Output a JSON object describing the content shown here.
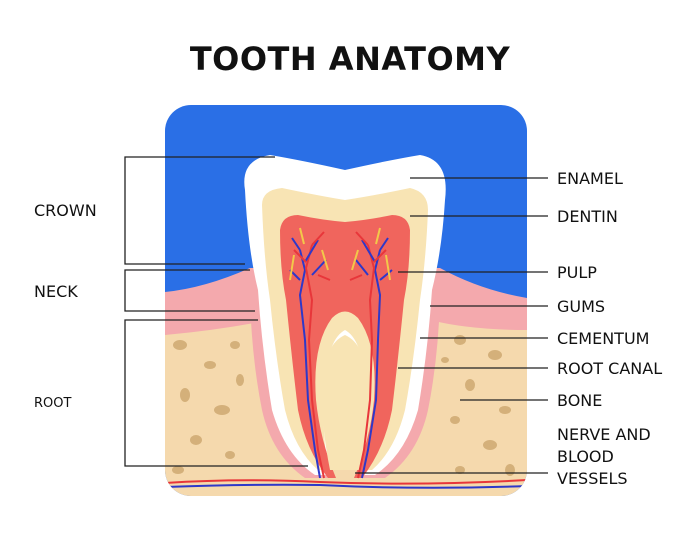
{
  "title": "TOOTH ANATOMY",
  "sections": {
    "crown": "CROWN",
    "neck": "NECK",
    "root": "ROOT"
  },
  "parts": {
    "enamel": "ENAMEL",
    "dentin": "DENTIN",
    "pulp": "PULP",
    "gums": "GUMS",
    "cementum": "CEMENTUM",
    "root_canal": "ROOT CANAL",
    "bone": "BONE",
    "nerve_line1": "NERVE AND",
    "nerve_line2": "BLOOD",
    "nerve_line3": "VESSELS"
  },
  "colors": {
    "background_blue": "#2a6fe6",
    "gum": "#f4a9ad",
    "bone": "#f5d9ad",
    "bone_spot": "#d4b07a",
    "enamel": "#ffffff",
    "dentin": "#f8e4b4",
    "pulp": "#f0655d",
    "nerve_blue": "#2e38c9",
    "nerve_yellow": "#f2c84a"
  }
}
